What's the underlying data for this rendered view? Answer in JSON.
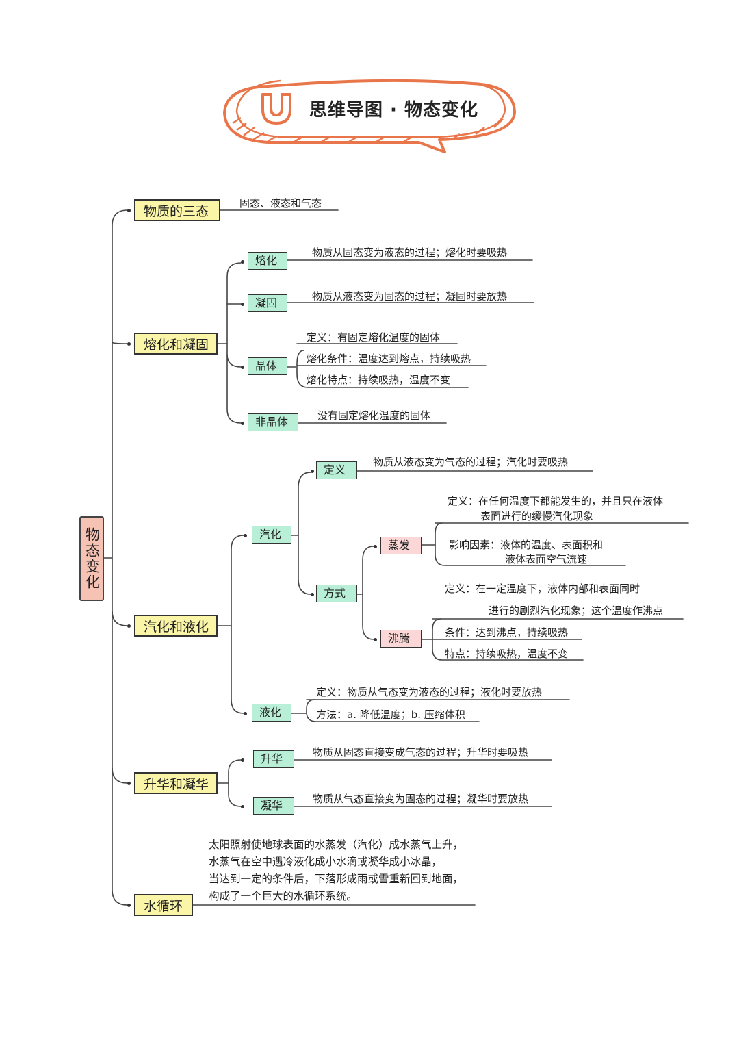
{
  "title": "思维导图 · 物态变化",
  "root": "物态变化",
  "branches": {
    "three_states": {
      "label": "物质的三态",
      "text": "固态、液态和气态"
    },
    "melting_solidification": {
      "label": "熔化和凝固",
      "melting": {
        "label": "熔化",
        "text": "物质从固态变为液态的过程；熔化时要吸热"
      },
      "solidification": {
        "label": "凝固",
        "text": "物质从液态变为固态的过程；凝固时要放热"
      },
      "crystal": {
        "label": "晶体",
        "items": [
          "定义：有固定熔化温度的固体",
          "熔化条件：温度达到熔点，持续吸热",
          "熔化特点：持续吸热，温度不变"
        ]
      },
      "amorphous": {
        "label": "非晶体",
        "text": "没有固定熔化温度的固体"
      }
    },
    "vaporization_liquefaction": {
      "label": "汽化和液化",
      "vaporization": {
        "label": "汽化",
        "definition": {
          "label": "定义",
          "text": "物质从液态变为气态的过程；汽化时要吸热"
        },
        "methods": {
          "label": "方式",
          "evaporation": {
            "label": "蒸发",
            "def_line1": "定义：在任何温度下都能发生的，并且只在液体",
            "def_line2": "表面进行的缓慢汽化现象",
            "factor_line1": "影响因素：液体的温度、表面积和",
            "factor_line2": "液体表面空气流速"
          },
          "boiling": {
            "label": "沸腾",
            "def_line1": "定义：在一定温度下，液体内部和表面同时",
            "def_line2": "进行的剧烈汽化现象；这个温度作沸点",
            "condition": "条件：达到沸点，持续吸热",
            "feature": "特点：持续吸热，温度不变"
          }
        }
      },
      "liquefaction": {
        "label": "液化",
        "definition": "定义：物质从气态变为液态的过程；液化时要放热",
        "methods": "方法：a. 降低温度；b. 压缩体积"
      }
    },
    "sublimation_deposition": {
      "label": "升华和凝华",
      "sublimation": {
        "label": "升华",
        "text": "物质从固态直接变成气态的过程；升华时要吸热"
      },
      "deposition": {
        "label": "凝华",
        "text": "物质从气态直接变为固态的过程；凝华时要放热"
      }
    },
    "water_cycle": {
      "label": "水循环",
      "lines": [
        "太阳照射使地球表面的水蒸发（汽化）成水蒸气上升，",
        "水蒸气在空中遇冷液化成小水滴或凝华成小冰晶，",
        "当达到一定的条件后，下落形成雨或雪重新回到地面，",
        "构成了一个巨大的水循环系统。"
      ]
    }
  },
  "colors": {
    "title_bubble": "#e8764a",
    "root_fill": "#f6c2b4",
    "level1_fill": "#fbf5a8",
    "level2_fill": "#b8efd6",
    "level3_fill": "#fbd7d7",
    "line": "#444444"
  },
  "icons": {
    "title_logo": "magnet-logo-icon"
  }
}
